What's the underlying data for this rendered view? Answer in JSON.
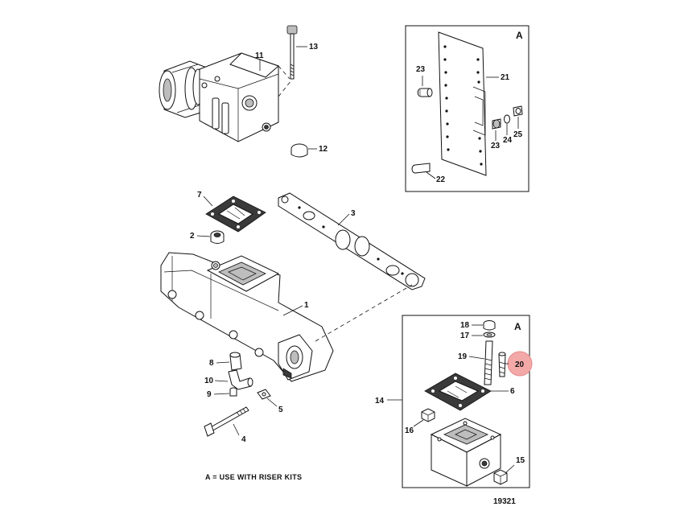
{
  "callouts": {
    "c1": "1",
    "c2": "2",
    "c3": "3",
    "c4": "4",
    "c5": "5",
    "c6": "6",
    "c7": "7",
    "c8": "8",
    "c9": "9",
    "c10": "10",
    "c11": "11",
    "c12": "12",
    "c13": "13",
    "c14": "14",
    "c15": "15",
    "c16": "16",
    "c17": "17",
    "c18": "18",
    "c19": "19",
    "c20": "20",
    "c21": "21",
    "c22": "22",
    "c23a": "23",
    "c23b": "23",
    "c24": "24",
    "c25": "25"
  },
  "boxes": {
    "top_right_label": "A",
    "bottom_right_label": "A"
  },
  "note": "A = USE WITH RISER KITS",
  "figure_number": "19321",
  "highlight_color": "#f4a9a9"
}
